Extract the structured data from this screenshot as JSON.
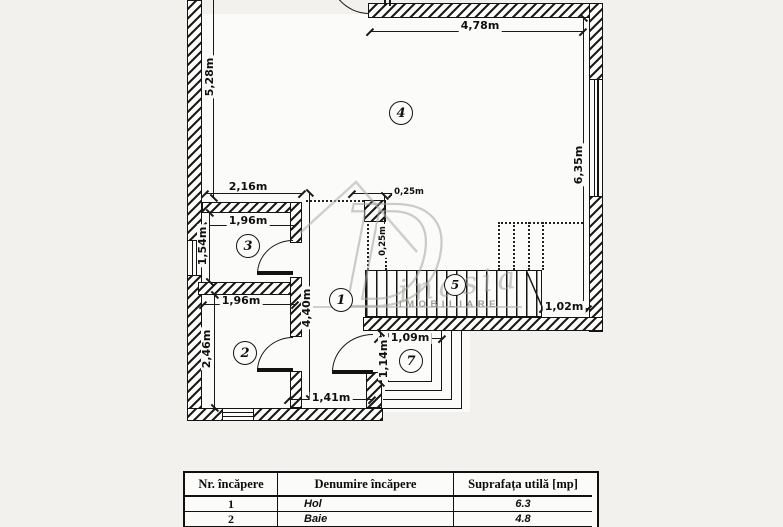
{
  "plan": {
    "room_labels": {
      "r1": "1",
      "r2": "2",
      "r3": "3",
      "r4": "4",
      "r5": "5",
      "r7": "7"
    },
    "dimensions": {
      "top_width": "4,78m",
      "left_height": "5,28m",
      "right_height": "6,35m",
      "room3_top_width": "2,16m",
      "room3_width": "1,96m",
      "room3_height": "1,54m",
      "room2_width": "1,96m",
      "room2_height": "2,46m",
      "hall_height": "4,40m",
      "column_width": "0,25m",
      "column_height": "0,25m",
      "hall_bottom_width": "1,41m",
      "stair_landing_width": "1,02m",
      "room7_width": "1,09m",
      "room7_height": "1,14m"
    }
  },
  "watermark": {
    "initial": "D",
    "script": "inasia",
    "label": "IMOBILIARE"
  },
  "table": {
    "headers": [
      "Nr. încăpere",
      "Denumire încăpere",
      "Suprafața utilă [mp]"
    ],
    "rows": [
      [
        "1",
        "Hol",
        "6.3"
      ],
      [
        "2",
        "Baie",
        "4.8"
      ]
    ]
  }
}
